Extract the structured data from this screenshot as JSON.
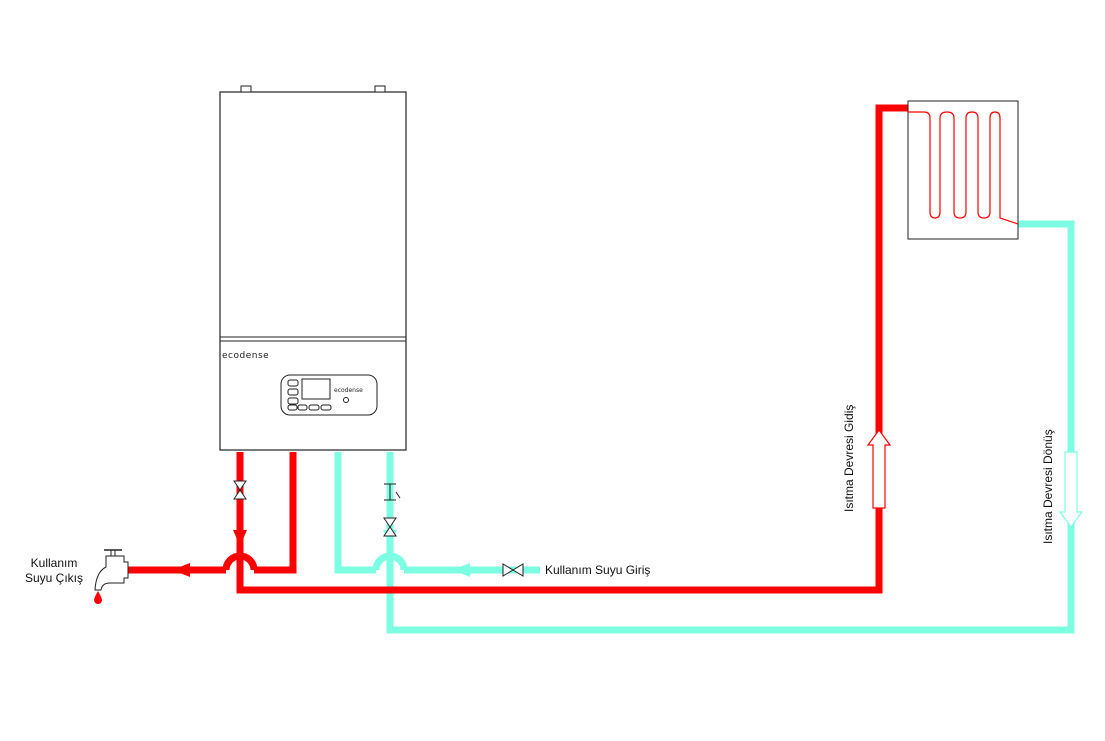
{
  "labels": {
    "hot_water_out_line1": "Kullanım",
    "hot_water_out_line2": "Suyu Çıkış",
    "cold_water_in": "Kullanım Suyu Giriş",
    "heating_supply": "Isıtma Devresi Gidiş",
    "heating_return": "Isıtma Devresi Dönüş"
  },
  "boiler": {
    "brand": "ecodense",
    "panel_brand": "ecodense"
  },
  "colors": {
    "hot": "#ff0000",
    "cold": "#7dffe3",
    "outline": "#222222"
  },
  "icons": [
    "boiler",
    "radiator-coil",
    "faucet-icon",
    "water-drop-icon",
    "valve-icon",
    "flow-arrow-up-icon",
    "flow-arrow-down-icon"
  ]
}
